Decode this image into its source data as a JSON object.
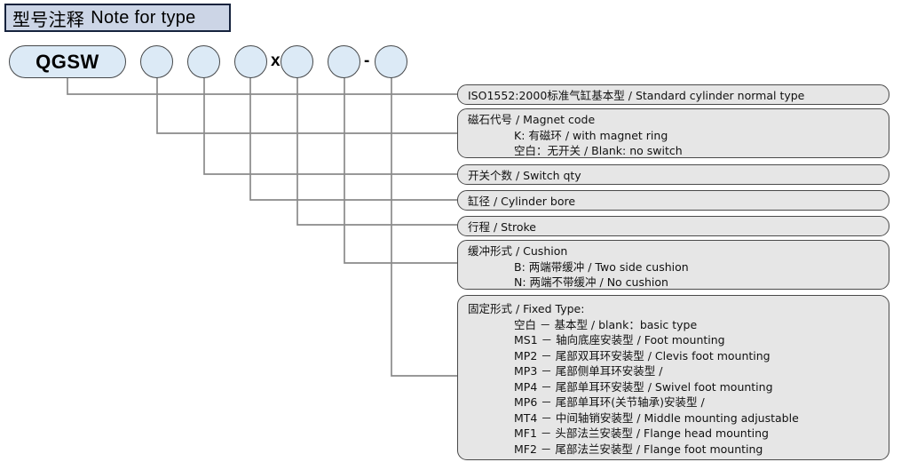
{
  "header": {
    "title_cn": "型号注释",
    "title_en": "Note for type"
  },
  "code_row": {
    "prefix_label": "QGSW",
    "multiply_symbol": "x",
    "dash_symbol": "-",
    "node_count": 6,
    "nodes": [
      {
        "id": "node-1",
        "label": ""
      },
      {
        "id": "node-2",
        "label": ""
      },
      {
        "id": "node-3",
        "label": ""
      },
      {
        "id": "node-4",
        "label": ""
      },
      {
        "id": "node-5",
        "label": ""
      },
      {
        "id": "node-6",
        "label": ""
      }
    ]
  },
  "descriptions": [
    {
      "key": "standard-type",
      "lines": [
        {
          "text": "ISO1552:2000标准气缸基本型 / Standard cylinder normal type",
          "indent": false
        }
      ]
    },
    {
      "key": "magnet-code",
      "lines": [
        {
          "text": "磁石代号 / Magnet code",
          "indent": false
        },
        {
          "text": "K: 有磁环 / with magnet ring",
          "indent": true
        },
        {
          "text": "空白：无开关 / Blank: no switch",
          "indent": true
        }
      ]
    },
    {
      "key": "switch-qty",
      "lines": [
        {
          "text": "开关个数 / Switch qty",
          "indent": false
        }
      ]
    },
    {
      "key": "cylinder-bore",
      "lines": [
        {
          "text": "缸径 / Cylinder bore",
          "indent": false
        }
      ]
    },
    {
      "key": "stroke",
      "lines": [
        {
          "text": "行程 / Stroke",
          "indent": false
        }
      ]
    },
    {
      "key": "cushion",
      "lines": [
        {
          "text": "缓冲形式 / Cushion",
          "indent": false
        },
        {
          "text": "B: 两端带缓冲 / Two side cushion",
          "indent": true
        },
        {
          "text": "N: 两端不带缓冲 / No cushion",
          "indent": true
        }
      ]
    },
    {
      "key": "fixed-type",
      "lines": [
        {
          "text": "固定形式 / Fixed Type:",
          "indent": false
        },
        {
          "text": "空白 － 基本型 / blank：basic type",
          "indent": true
        },
        {
          "text": "MS1 － 轴向底座安装型 / Foot mounting",
          "indent": true
        },
        {
          "text": "MP2 － 尾部双耳环安装型 / Clevis foot mounting",
          "indent": true
        },
        {
          "text": "MP3 － 尾部侧单耳环安装型 /",
          "indent": true
        },
        {
          "text": "MP4 － 尾部单耳环安装型 / Swivel foot mounting",
          "indent": true
        },
        {
          "text": "MP6 － 尾部单耳环(关节轴承)安装型 /",
          "indent": true
        },
        {
          "text": "MT4 － 中间轴销安装型 / Middle mounting adjustable",
          "indent": true
        },
        {
          "text": "MF1 － 头部法兰安装型 / Flange head mounting",
          "indent": true
        },
        {
          "text": "MF2 － 尾部法兰安装型 / Flange foot mounting",
          "indent": true
        }
      ]
    }
  ],
  "colors": {
    "node_fill": "#dceaf6",
    "node_stroke": "#46484a",
    "box_fill": "#e6e6e6",
    "box_stroke": "#4a4a4a",
    "title_fill": "#ccd5e6",
    "title_stroke": "#16233d",
    "wire": "#8a8a8a"
  }
}
